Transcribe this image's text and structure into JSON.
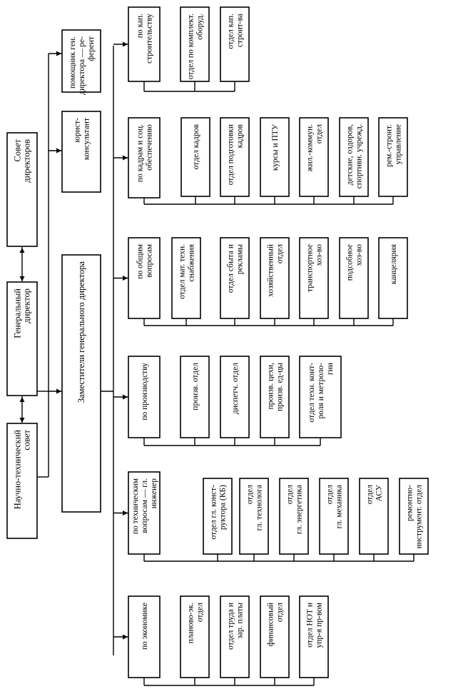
{
  "top": {
    "sci_council": [
      "Научно-технический",
      "совет"
    ],
    "gen_director": [
      "Генеральный",
      "директор"
    ],
    "board": [
      "Совет",
      "директоров"
    ],
    "assistant": [
      "помощник ген.",
      "директора — ре-",
      "ферент"
    ],
    "lawyer": [
      "юрист-",
      "консультант"
    ],
    "deputies": [
      "Заместители генерального директора"
    ]
  },
  "groups": [
    {
      "head": [
        "по кап.",
        "строительству"
      ],
      "units": [
        [
          "отдел по комплект.",
          "оборуд."
        ],
        [
          "отдел кап.",
          "строит-ва"
        ]
      ]
    },
    {
      "head": [
        "по кадрам и соц.",
        "обеспечению"
      ],
      "units": [
        [
          "отдел кадров"
        ],
        [
          "отдел подготовки",
          "кадров"
        ],
        [
          "курсы и ПТУ"
        ],
        [
          "жил.-коммун.",
          "отдел"
        ],
        [
          "детские, оздоров,",
          "спортивн. учрежд."
        ],
        [
          "рем.-строит.",
          "управление"
        ]
      ]
    },
    {
      "head": [
        "по общим",
        "вопросам"
      ],
      "units": [
        [
          "отдел мат. техн.",
          "снабжения"
        ],
        [
          "отдел сбыта и",
          "рекламы"
        ],
        [
          "хозяйственный",
          "отдел"
        ],
        [
          "транспортное",
          "хоз-во"
        ],
        [
          "подсобное",
          "хоз-во"
        ],
        [
          "канцелярия"
        ]
      ]
    },
    {
      "head": [
        "по производству"
      ],
      "units": [
        [
          "произв. отдел"
        ],
        [
          "диспетч. отдел"
        ],
        [
          "произв. цехи,",
          "произв. ед-цы"
        ],
        [
          "отдел техн. конт-",
          "роля и метроло-",
          "гии"
        ]
      ]
    },
    {
      "head": [
        "по техническим",
        "вопросам — гл.",
        "инженер"
      ],
      "units": [
        [
          "отдел гл. конст-",
          "руктора (КБ)"
        ],
        [
          "отдел",
          "гл. технолога"
        ],
        [
          "отдел",
          "гл. энергетика"
        ],
        [
          "отдел",
          "гл. механика"
        ],
        [
          "отдел",
          "АСУ"
        ],
        [
          "ремонтно-",
          "инструмент. отдел"
        ]
      ]
    },
    {
      "head": [
        "по экономике"
      ],
      "units": [
        [
          "планово-эк.",
          "отдел"
        ],
        [
          "отдел труда и",
          "зар. платы"
        ],
        [
          "финансовый",
          "отдел"
        ],
        [
          "отдел НОТ и",
          "упр-я пр-вом"
        ]
      ]
    }
  ]
}
